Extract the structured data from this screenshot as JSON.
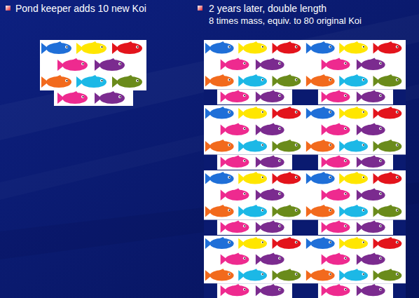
{
  "diagram": {
    "labels": [
      "Pond keeper adds 10 new Koi",
      "2 years later, double length",
      "8 times mass, equiv. to 80 original Koi"
    ]
  }
}
